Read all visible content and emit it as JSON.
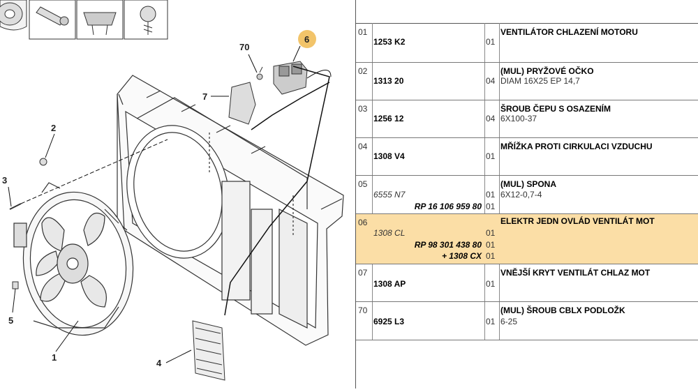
{
  "callouts": {
    "c1": "1",
    "c2": "2",
    "c3": "3",
    "c4": "4",
    "c5": "5",
    "c6": "6",
    "c7": "7",
    "c70": "70"
  },
  "colors": {
    "selected_row": "#fbdea6",
    "callout_badge": "#f2c46a"
  },
  "parts": [
    {
      "index": "01",
      "ref": "1253 K2",
      "qty": "01",
      "desc": "VENTILÁTOR CHLAZENÍ MOTORU"
    },
    {
      "index": "02",
      "ref": "1313 20",
      "qty": "04",
      "desc": "(MUL) PRYŽOVÉ OČKO",
      "sub": "DIAM 16X25 EP 14,7"
    },
    {
      "index": "03",
      "ref": "1256 12",
      "qty": "04",
      "desc": "ŠROUB ČEPU S OSAZENÍM",
      "sub": "6X100-37"
    },
    {
      "index": "04",
      "ref": "1308 V4",
      "qty": "01",
      "desc": "MŘÍŽKA PROTI CIRKULACI VZDUCHU"
    },
    {
      "index": "05",
      "ref": "6555 N7",
      "qty": "01",
      "alt_ref": "RP 16 106 959 80",
      "alt_qty": "01",
      "desc": "(MUL) SPONA",
      "sub": "6X12-0,7-4"
    },
    {
      "index": "06",
      "ref": "1308 CL",
      "qty": "01",
      "alt_ref": "RP 98 301 438 80",
      "alt_qty": "01",
      "alt_ref2": "+ 1308 CX",
      "alt_qty2": "01",
      "desc": "ELEKTR JEDN OVLÁD VENTILÁT MOT"
    },
    {
      "index": "07",
      "ref": "1308 AP",
      "qty": "01",
      "desc": "VNĚJŠÍ KRYT VENTILÁT CHLAZ MOT"
    },
    {
      "index": "70",
      "ref": "6925 L3",
      "qty": "01",
      "desc": "(MUL) ŠROUB CBLX PODLOŽK",
      "sub": "6-25"
    }
  ]
}
